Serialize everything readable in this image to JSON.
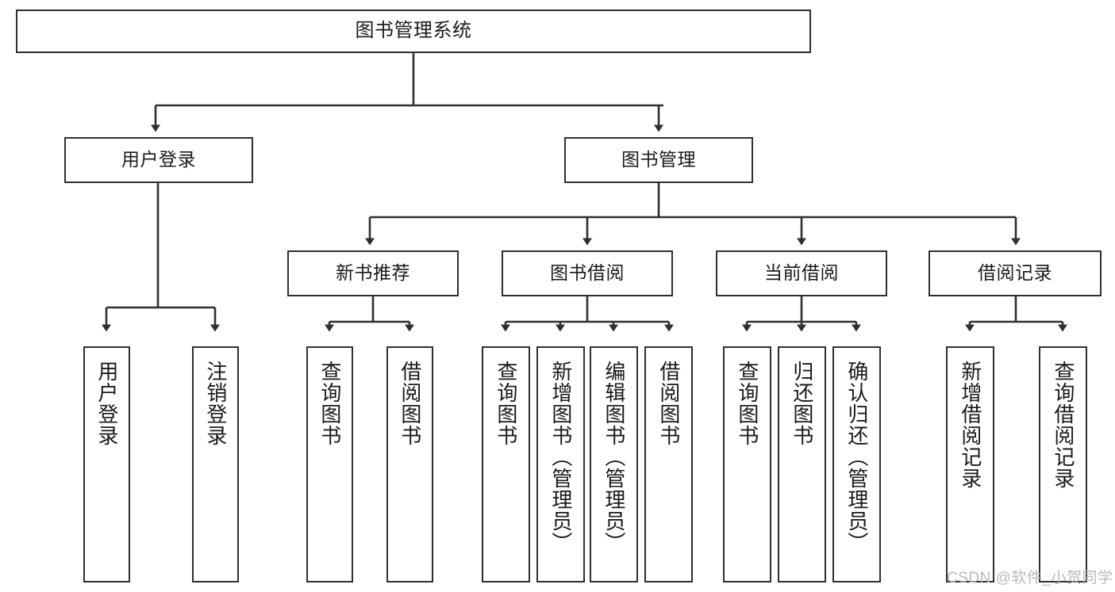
{
  "diagram": {
    "type": "tree-hierarchy",
    "title": "图书管理系统",
    "root": {
      "label": "图书管理系统"
    },
    "level2": [
      {
        "label": "用户登录"
      },
      {
        "label": "图书管理"
      }
    ],
    "level3": [
      {
        "label": "新书推荐"
      },
      {
        "label": "图书借阅"
      },
      {
        "label": "当前借阅"
      },
      {
        "label": "借阅记录"
      }
    ],
    "leaves": {
      "user_login": [
        {
          "label": "用户登录"
        },
        {
          "label": "注销登录"
        }
      ],
      "new_book_recommend": [
        {
          "label": "查询图书"
        },
        {
          "label": "借阅图书"
        }
      ],
      "book_borrow": [
        {
          "label": "查询图书"
        },
        {
          "label": "新增图书（管理员）"
        },
        {
          "label": "编辑图书（管理员）"
        },
        {
          "label": "借阅图书"
        }
      ],
      "current_borrow": [
        {
          "label": "查询图书"
        },
        {
          "label": "归还图书"
        },
        {
          "label": "确认归还（管理员）"
        }
      ],
      "borrow_record": [
        {
          "label": "新增借阅记录"
        },
        {
          "label": "查询借阅记录"
        }
      ]
    }
  },
  "watermark": {
    "text": "CSDN @软件_小贺同学"
  },
  "colors": {
    "border": "#2f2f2f",
    "text": "#1a1a1a",
    "background": "#ffffff",
    "watermark": "#b9b9b9"
  }
}
